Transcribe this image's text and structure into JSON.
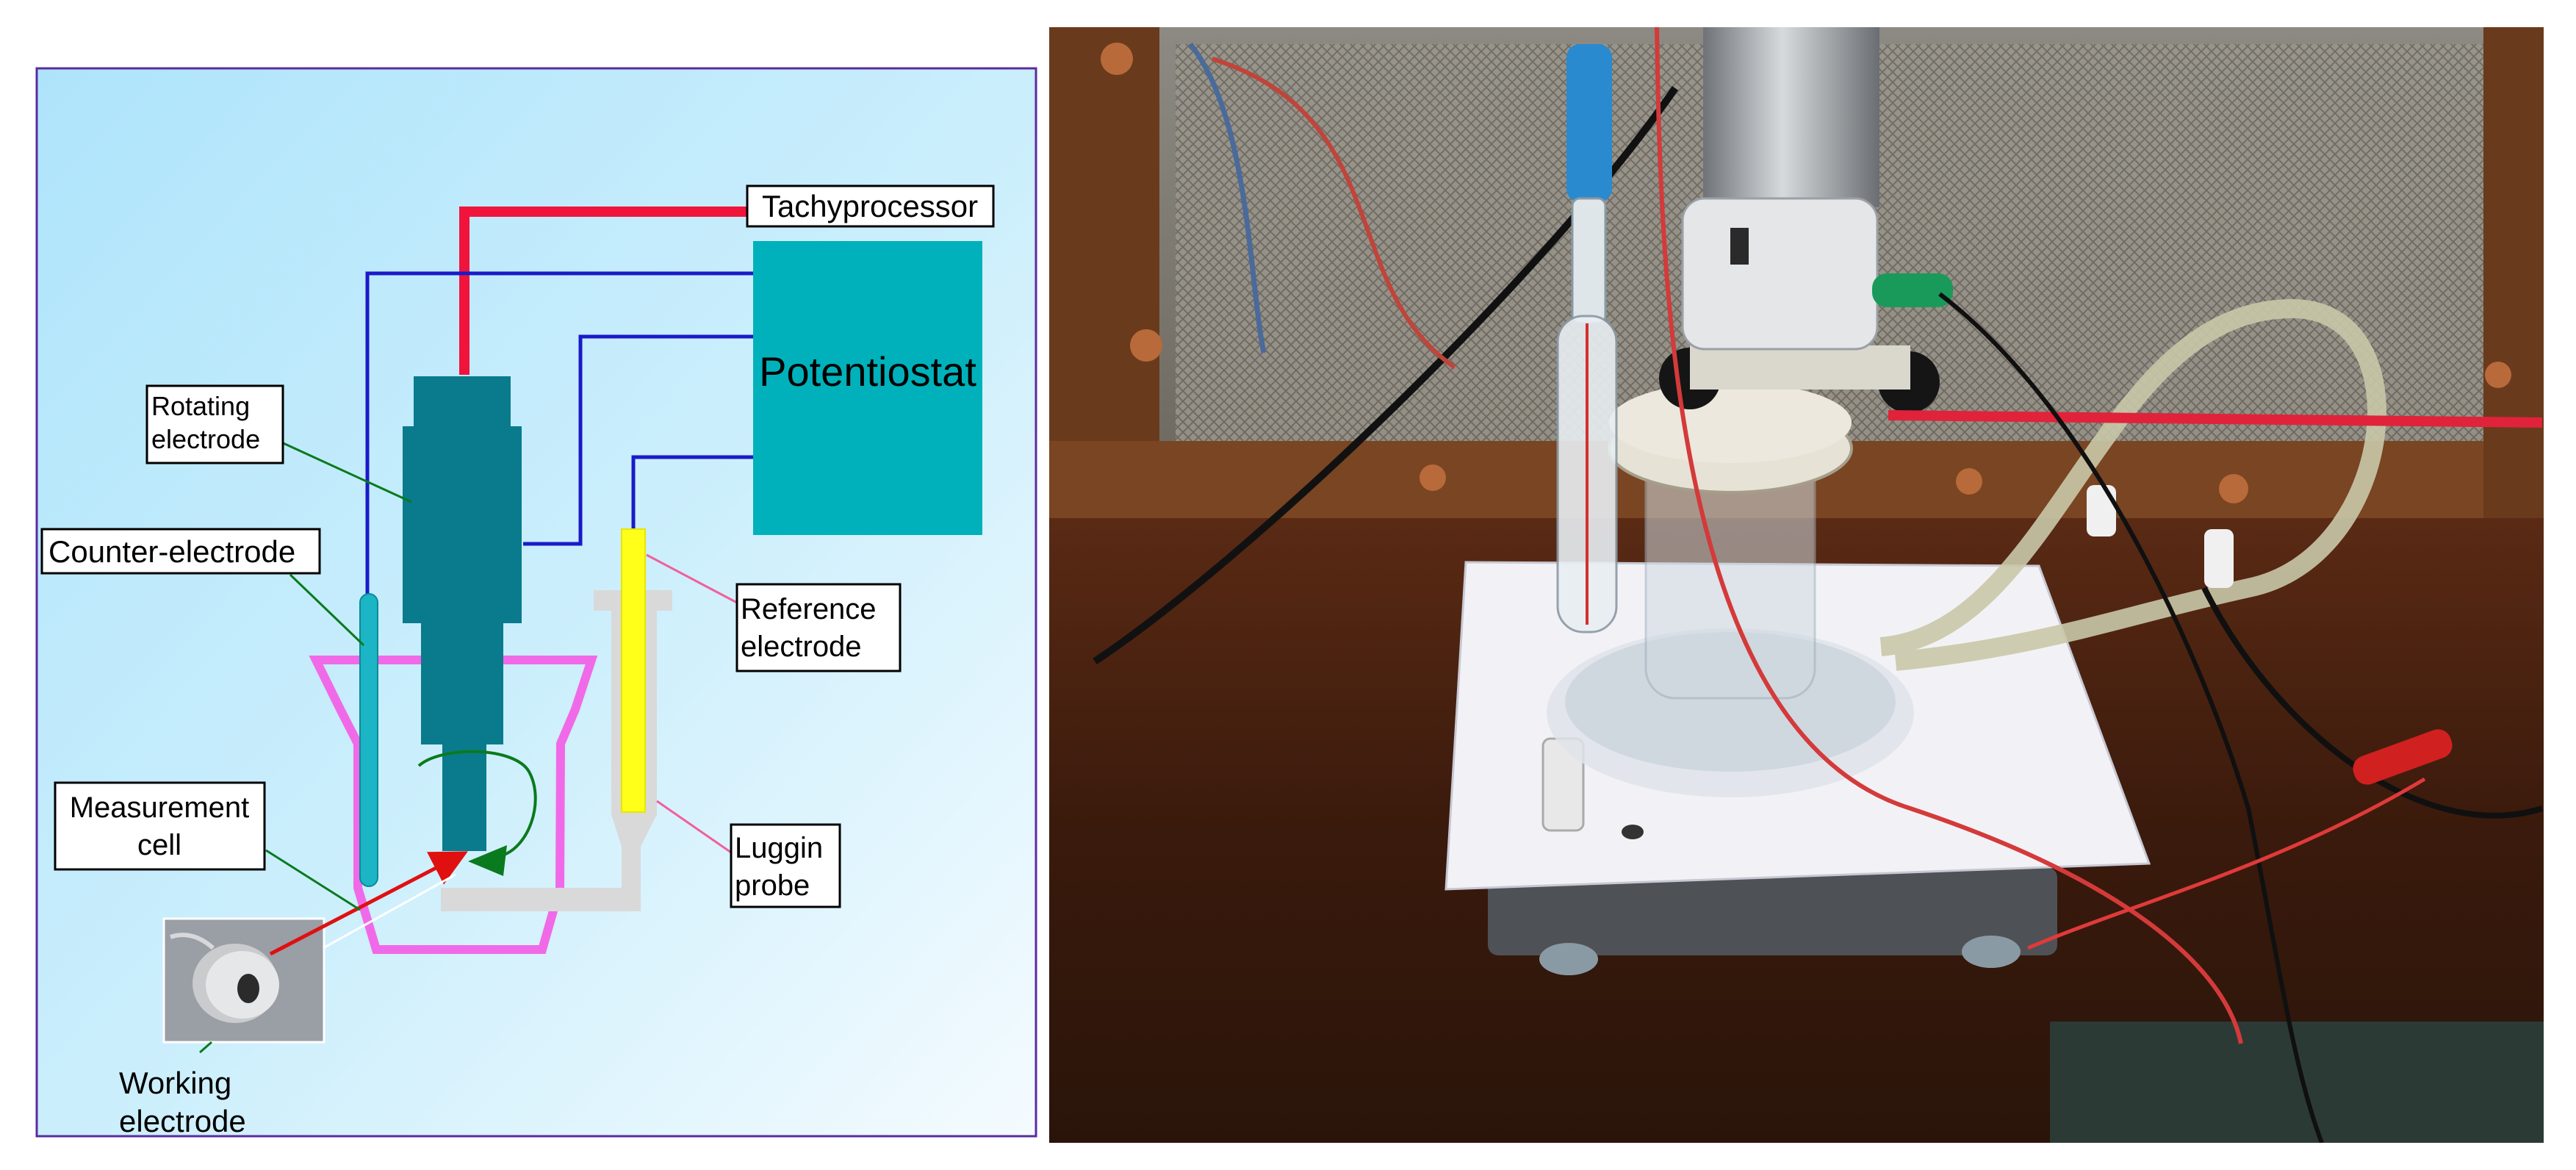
{
  "diagram": {
    "labels": {
      "tachyprocessor": "Tachyprocessor",
      "potentiostat": "Potentiostat",
      "rotating_line1": "Rotating",
      "rotating_line2": "electrode",
      "counter": "Counter-electrode",
      "reference_line1": "Reference",
      "reference_line2": "electrode",
      "measurement_line1": "Measurement",
      "measurement_line2": "cell",
      "luggin_line1": "Luggin",
      "luggin_line2": "probe",
      "working_line1": "Working",
      "working_line2": "electrode"
    },
    "colors": {
      "background_light": "#ffffff",
      "background_blue": "#b9e8fb",
      "frame": "#5a2ca0",
      "potentiostat_box": "#00b1bb",
      "rotating_electrode": "#0a7b8c",
      "counter_electrode": "#1bb5c5",
      "reference_electrode": "#ffff1a",
      "luggin_probe": "#d9d9d9",
      "cell_outline": "#f06ae8",
      "red_cable": "#f0143c",
      "blue_wire": "#1a1ac8",
      "leader_green": "#0a7a1e",
      "leader_pink": "#f0609a",
      "rotation_arrow": "#0a7a1e",
      "sample_arrow": "#e01010"
    }
  },
  "photo": {
    "description_icon": "electrochemical-cell-photo"
  }
}
